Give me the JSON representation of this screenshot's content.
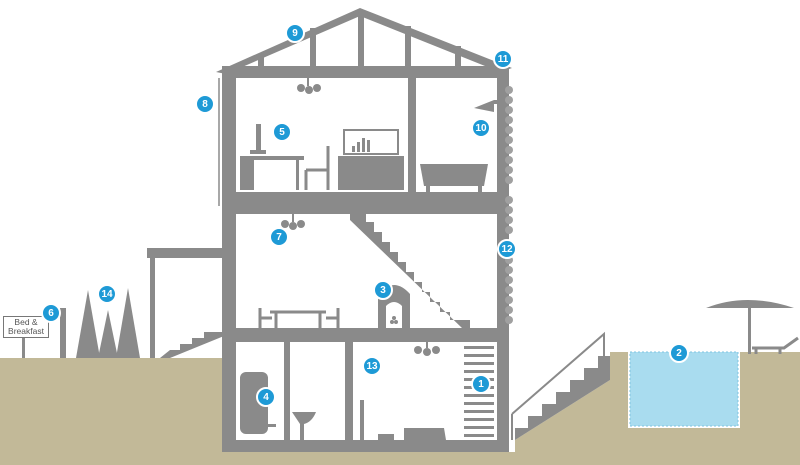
{
  "colors": {
    "structure": "#8a8a8a",
    "structure_light": "#a0a0a0",
    "ground": "#c2b998",
    "marker": "#1e9ad6",
    "pool": "#a9dcef"
  },
  "sign": {
    "line1": "Bed &",
    "line2": "Breakfast"
  },
  "markers": [
    {
      "label": "1"
    },
    {
      "label": "2"
    },
    {
      "label": "3"
    },
    {
      "label": "4"
    },
    {
      "label": "5"
    },
    {
      "label": "6"
    },
    {
      "label": "7"
    },
    {
      "label": "8"
    },
    {
      "label": "9"
    },
    {
      "label": "10"
    },
    {
      "label": "11"
    },
    {
      "label": "12"
    },
    {
      "label": "13"
    },
    {
      "label": "14"
    }
  ]
}
